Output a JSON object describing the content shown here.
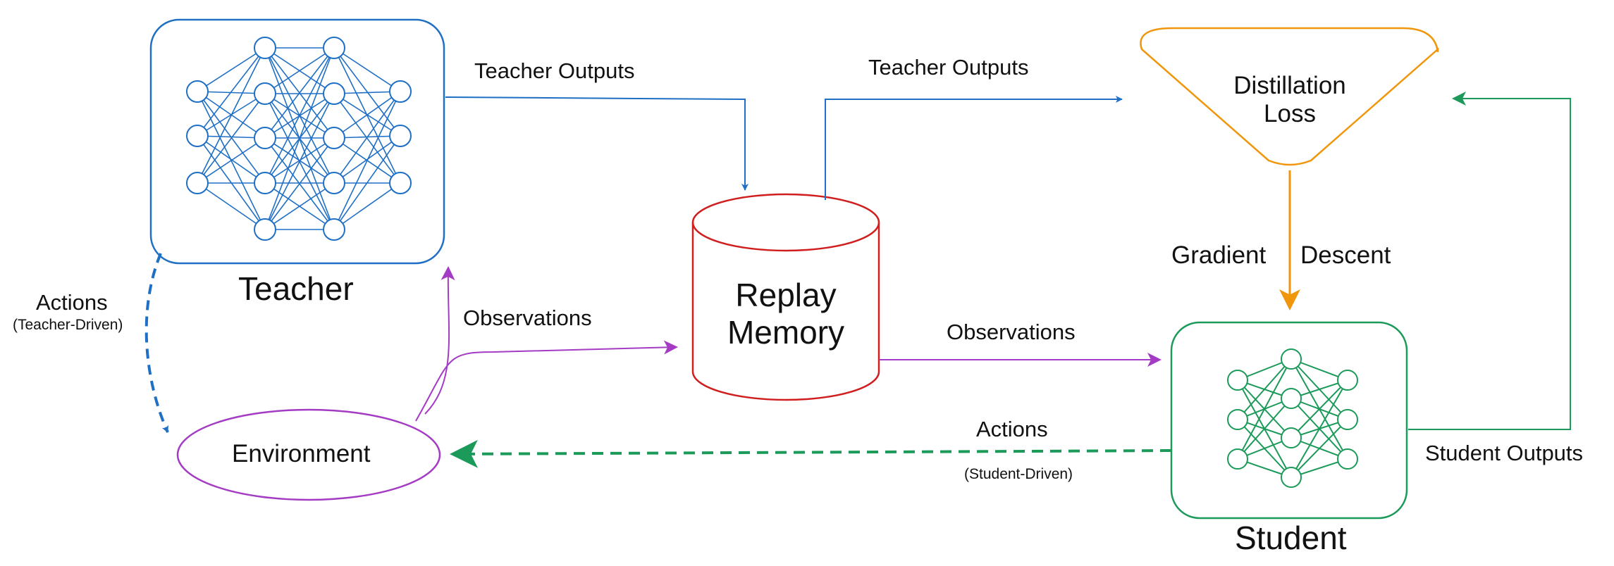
{
  "colors": {
    "teacher": "#1f6fc5",
    "replay": "#d01d1d",
    "loss": "#f0960c",
    "student": "#1c9a5a",
    "environment": "#a43bc4",
    "text": "#111111"
  },
  "nodes": {
    "teacher": {
      "label": "Teacher",
      "icon": "neural-network-icon"
    },
    "student": {
      "label": "Student",
      "icon": "neural-network-icon"
    },
    "replay": {
      "line1": "Replay",
      "line2": "Memory",
      "icon": "cylinder-database-icon"
    },
    "loss": {
      "line1": "Distillation",
      "line2": "Loss"
    },
    "environment": {
      "label": "Environment"
    }
  },
  "edges": {
    "teacher_to_replay": "Teacher Outputs",
    "replay_to_loss": "Teacher Outputs",
    "env_to_replay": "Observations",
    "replay_to_student": "Observations",
    "loss_to_student_left": "Gradient",
    "loss_to_student_right": "Descent",
    "student_to_loss": "Student Outputs",
    "teacher_actions": "Actions",
    "teacher_actions_sub": "(Teacher-Driven)",
    "student_actions": "Actions",
    "student_actions_sub": "(Student-Driven)"
  }
}
